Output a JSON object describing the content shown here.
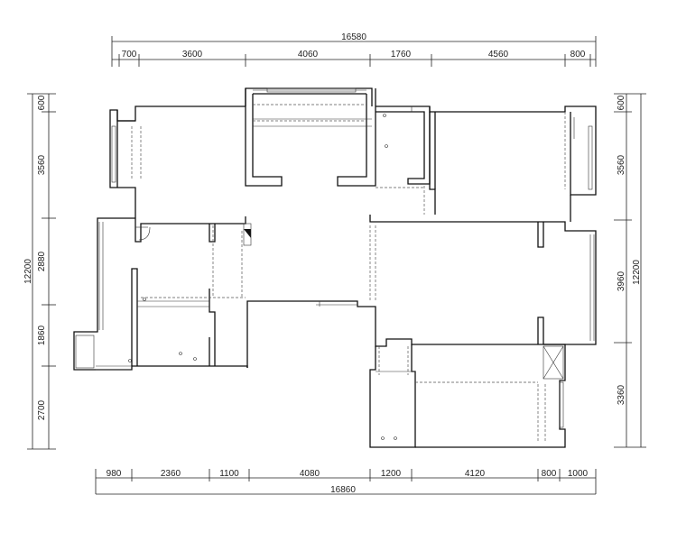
{
  "dimensions": {
    "top_total": "16580",
    "top_segments": [
      "700",
      "3600",
      "4060",
      "1760",
      "4560",
      "800"
    ],
    "bottom_total": "16860",
    "bottom_segments": [
      "980",
      "2360",
      "1100",
      "4080",
      "1200",
      "4120",
      "800",
      "1000"
    ],
    "left_total": "12200",
    "left_segments": [
      "600",
      "3560",
      "2880",
      "1860",
      "2700"
    ],
    "right_total": "12200",
    "right_segments": [
      "600",
      "3560",
      "3960",
      "3360"
    ]
  }
}
